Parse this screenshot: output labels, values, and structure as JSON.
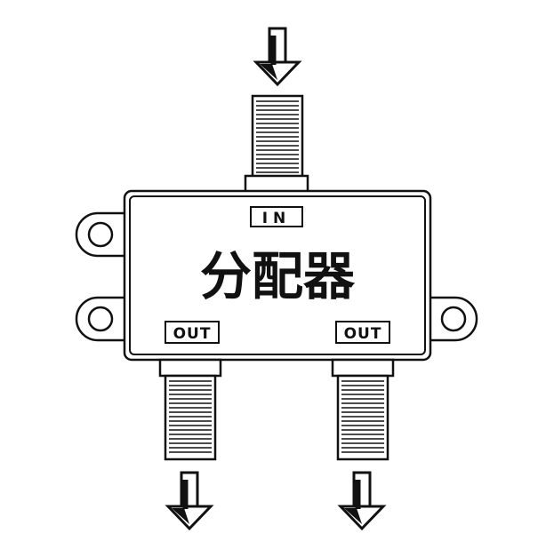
{
  "device": {
    "title": "分配器",
    "input_port": {
      "label": "IN"
    },
    "output_ports": [
      {
        "label": "OUT"
      },
      {
        "label": "OUT"
      }
    ]
  },
  "colors": {
    "line": "#1a1a1a",
    "fill": "#ffffff",
    "arrow": "#111111"
  }
}
